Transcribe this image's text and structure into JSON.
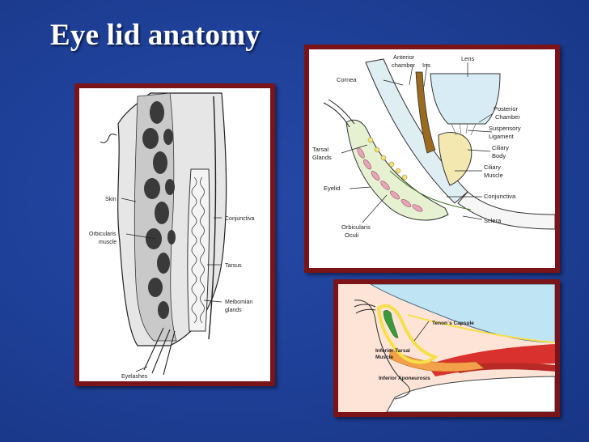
{
  "slide": {
    "title": "Eye lid anatomy"
  },
  "left_diagram": {
    "labels": {
      "skin": "Skin",
      "orbicularis": "Orbicularis",
      "muscle": "muscle",
      "conjunctiva": "Conjunctiva",
      "tarsus": "Tarsus",
      "meibomian": "Meibomian",
      "glands": "glands",
      "eyelashes": "Eyelashes"
    }
  },
  "right_diagram": {
    "labels": {
      "anterior": "Anterior",
      "chamber": "chamber",
      "iris": "Iris",
      "lens": "Lens",
      "cornea": "Cornea",
      "posterior": "Posterior",
      "chamber2": "Chamber",
      "suspensory": "Suspensory",
      "ligament": "Ligament",
      "tarsal": "Tarsal",
      "glands": "Glands",
      "ciliary": "Ciliary",
      "body": "Body",
      "ciliary2": "Ciliary",
      "muscle": "Muscle",
      "eyelid": "Eyelid",
      "conjunctiva": "Conjunctiva",
      "orbicularis": "Orbicularis",
      "oculi": "Oculi",
      "sclera": "Sclera"
    }
  },
  "bottom_diagram": {
    "labels": {
      "tenons": "Tenon`s Capsule",
      "inferior_tarsal": "Inferior Tarsal",
      "muscle": "Muscle",
      "inferior_aponeurosis": "Inferior Aponeurosis"
    }
  }
}
